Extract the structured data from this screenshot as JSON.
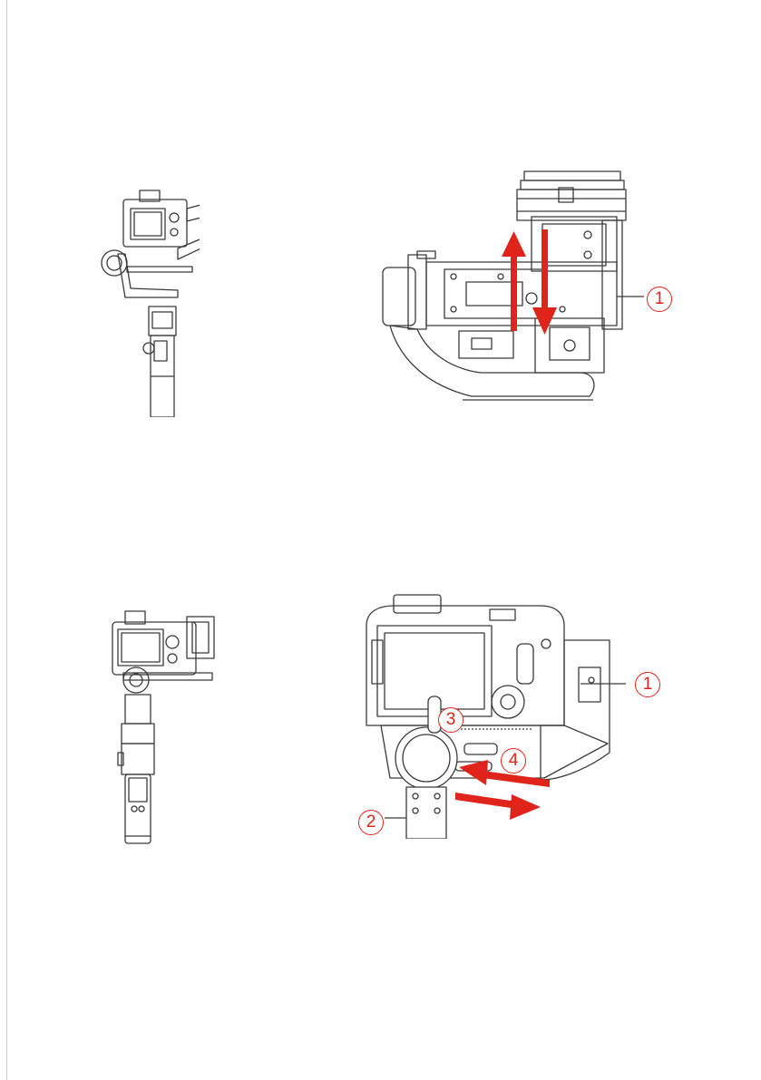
{
  "colors": {
    "line_art": "#3a3a3a",
    "accent_arrow": "#e0241b",
    "background": "#ffffff"
  },
  "figure_1": {
    "overview_illustration": "gimbal-with-camera-front-view",
    "detail_illustration": "quick-release-plate-mounting",
    "callouts": [
      {
        "label": "1"
      }
    ],
    "arrows": [
      "up-arrow",
      "down-arrow"
    ]
  },
  "figure_2": {
    "overview_illustration": "gimbal-with-camera-rear-view",
    "detail_illustration": "camera-plate-slide-adjustment",
    "callouts": [
      {
        "label": "1"
      },
      {
        "label": "2"
      },
      {
        "label": "3"
      },
      {
        "label": "4"
      }
    ],
    "arrows": [
      "left-arrow",
      "right-arrow"
    ]
  }
}
